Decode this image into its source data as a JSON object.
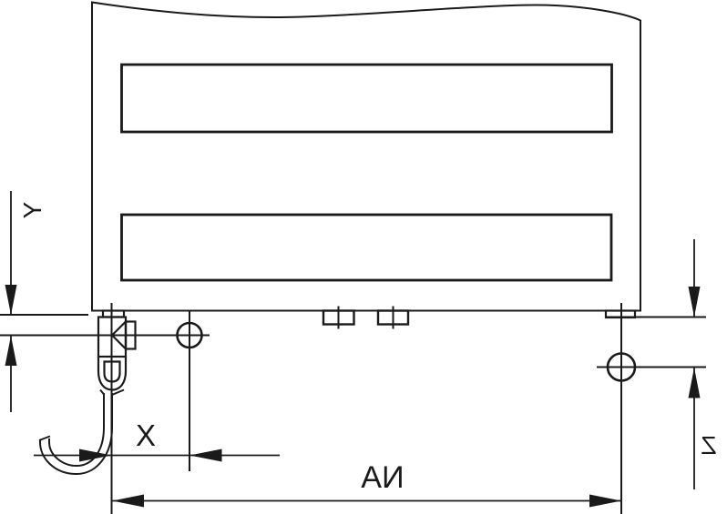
{
  "drawing": {
    "type": "technical-dimension-diagram",
    "subject": "towel radiator bottom view with valve, connection axes and mounting tabs (mirrored print)",
    "labels": {
      "y": "Y",
      "x": "X",
      "z": "Z",
      "na": "NA"
    },
    "colors": {
      "line": "#1a1a1a",
      "background": "#ffffff"
    }
  }
}
